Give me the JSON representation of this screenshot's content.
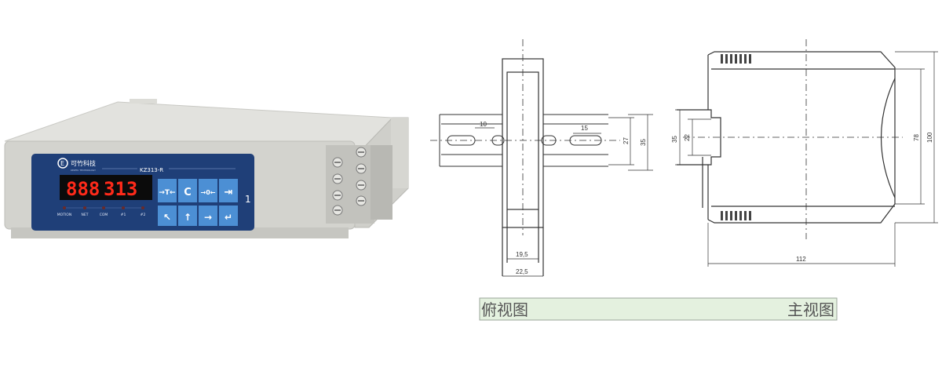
{
  "device": {
    "brand": "可竹科技",
    "brand_sub": "KEZHU TECHNOLOGY",
    "model": "KZ313-R",
    "display": "313",
    "buttons": [
      "→T←",
      "C",
      "→0←",
      "⇥"
    ],
    "arrows": [
      "↖",
      "↑",
      "→",
      "↵"
    ],
    "indicators": [
      "MOTION",
      "NET",
      "COM",
      "#1",
      "#2"
    ],
    "side_mark": "1"
  },
  "top_view": {
    "dims": {
      "slot_spacing": "10",
      "slot_len": "15",
      "rail_h": "27",
      "rail_total": "35",
      "inner_w": "19,5",
      "outer_w": "22,5"
    }
  },
  "front_view": {
    "dims": {
      "rail_outer": "35",
      "rail_inner": "22",
      "inner_h": "78",
      "total_h": "100",
      "depth": "112"
    }
  },
  "captions": {
    "left": "俯视图",
    "right": "主视图"
  },
  "colors": {
    "panel": "#1f3f78",
    "button": "#4c8fd4",
    "led": "#ff2a1a",
    "housing": "#d9d9d4",
    "caption_bg": "#e4f1df"
  }
}
